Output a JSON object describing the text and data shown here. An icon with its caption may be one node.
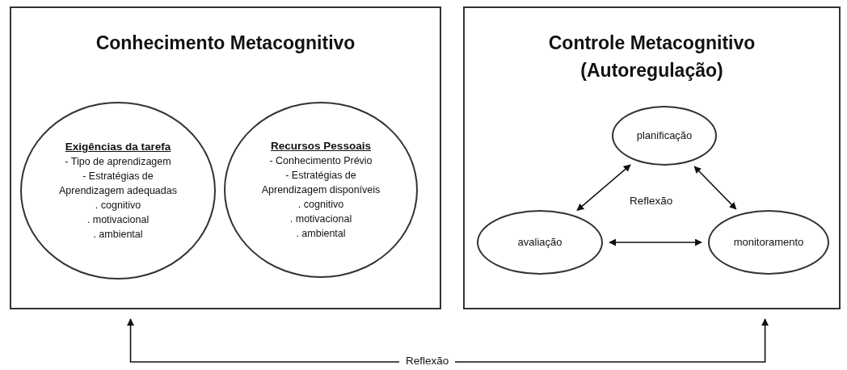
{
  "diagram": {
    "nodes": [
      {
        "text": [
          "Conhecimento Metacognitivo"
        ]
      },
      {
        "text": [
          "Exigências da tarefa",
          "- Tipo de aprendizagem",
          "- Estratégias de Aprendizagem adequadas",
          ". cognitivo",
          ". motivacional",
          ". ambiental"
        ],
        "in": 0
      },
      {
        "text": [
          "Recursos Pessoais",
          "- Conhecimento Prévio",
          "- Estratégias de Aprendizagem disponíveis",
          ". cognitivo",
          ". motivacional",
          ". ambiental"
        ],
        "in": 0
      },
      {
        "text": [
          "Controle Metacognitivo (Autoregulação)"
        ]
      },
      {
        "text": [
          "planificação"
        ],
        "in": 3
      },
      {
        "text": [
          "avaliação"
        ],
        "in": 3
      },
      {
        "text": [
          "monitoramento"
        ],
        "in": 3
      }
    ],
    "edges": [
      {
        "from": 5,
        "to": 4,
        "arrow": "both"
      },
      {
        "from": 4,
        "to": 6,
        "arrow": "both"
      },
      {
        "from": 5,
        "to": 6,
        "arrow": "both"
      },
      {
        "from": 0,
        "to": 3,
        "arrow": "both",
        "label": "Reflexão"
      }
    ],
    "labels": [
      "Reflexão"
    ]
  }
}
